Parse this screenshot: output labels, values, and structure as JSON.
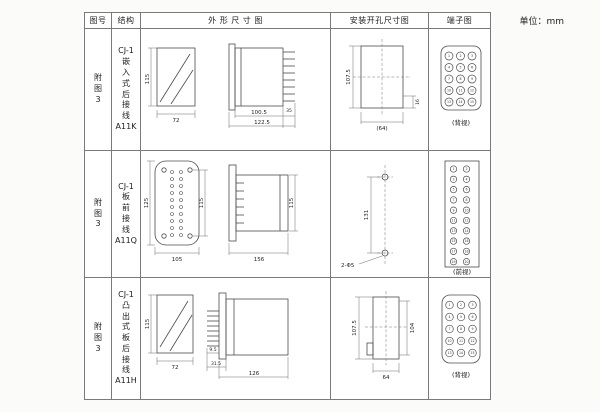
{
  "page": {
    "unit_label": "单位：mm"
  },
  "table": {
    "headers": [
      "图号",
      "结构",
      "外 形 尺 寸 图",
      "安装开孔尺寸图",
      "端子图"
    ],
    "rows": [
      {
        "figure_no": "附\n图\n3",
        "structure": "CJ-1\n嵌\n入\n式\n后\n接\n线\nA11K",
        "dims": {
          "front_h": "115",
          "front_w": "72",
          "side_d1": "100.5",
          "side_d2": "35",
          "side_d3": "122.5"
        },
        "install": {
          "i1": "107.5",
          "i2": "16",
          "i3": "(64)"
        },
        "terminal": {
          "label": "(背视)",
          "rows": 5,
          "cols": 3
        }
      },
      {
        "figure_no": "附\n图\n3",
        "structure": "CJ-1\n板\n前\n接\n线\nA11Q",
        "dims": {
          "front_h": "125",
          "front_w": "115",
          "side_d1": "105",
          "side_d2": "156",
          "side_d3": "115"
        },
        "install": {
          "i1": "131",
          "i2": "2-Φ5"
        },
        "terminal": {
          "label": "(前视)",
          "rows": 10,
          "cols": 2
        }
      },
      {
        "figure_no": "附\n图\n3",
        "structure": "CJ-1\n凸\n出\n式\n板\n后\n接\n线\nA11H",
        "dims": {
          "front_h": "115",
          "front_w": "72",
          "side_d1": "9.5",
          "side_d2": "31.5",
          "side_d3": "126"
        },
        "install": {
          "i1": "107.5",
          "i2": "104",
          "i3": "64"
        },
        "terminal": {
          "label": "(背视)",
          "rows": 5,
          "cols": 3
        }
      }
    ]
  }
}
